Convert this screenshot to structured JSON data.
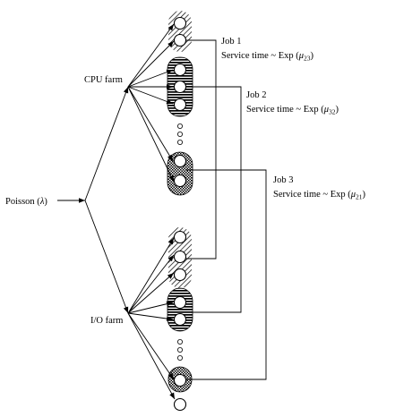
{
  "source": {
    "label": "Poisson (",
    "symbol": "λ",
    "close": ")"
  },
  "farms": {
    "cpu": "CPU farm",
    "io": "I/O farm"
  },
  "jobs": [
    {
      "title": "Job 1",
      "service_text": "Service time ~ Exp (",
      "mu": "μ",
      "sub": "23",
      "close": ")"
    },
    {
      "title": "Job 2",
      "service_text": "Service time ~ Exp (",
      "mu": "μ",
      "sub": "32",
      "close": ")"
    },
    {
      "title": "Job 3",
      "service_text": "Service time ~ Exp (",
      "mu": "μ",
      "sub": "21",
      "close": ")"
    }
  ]
}
